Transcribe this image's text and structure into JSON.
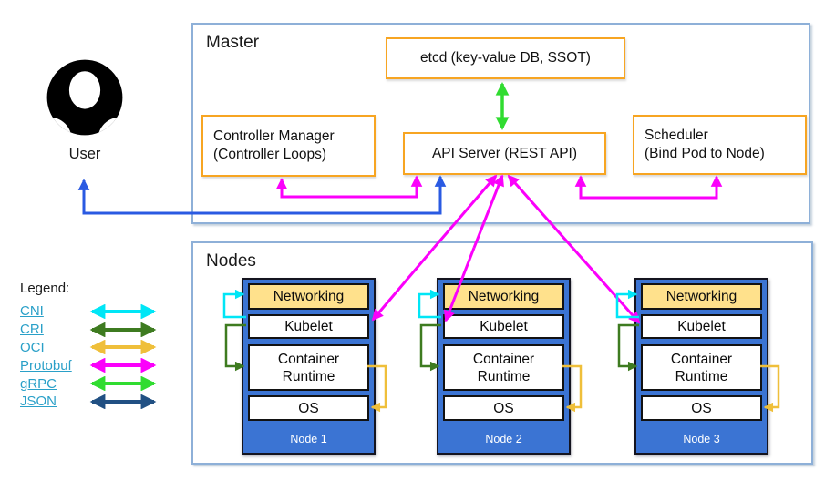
{
  "actors": {
    "user_label": "User"
  },
  "master": {
    "title": "Master",
    "etcd": "etcd (key-value DB, SSOT)",
    "controller_manager": {
      "line1": "Controller Manager",
      "line2": "(Controller Loops)"
    },
    "api_server": "API Server (REST API)",
    "scheduler": {
      "line1": "Scheduler",
      "line2": "(Bind Pod to Node)"
    }
  },
  "nodes": {
    "title": "Nodes",
    "items": [
      {
        "name": "Node 1",
        "networking": "Networking",
        "kubelet": "Kubelet",
        "runtime_line1": "Container",
        "runtime_line2": "Runtime",
        "os": "OS"
      },
      {
        "name": "Node 2",
        "networking": "Networking",
        "kubelet": "Kubelet",
        "runtime_line1": "Container",
        "runtime_line2": "Runtime",
        "os": "OS"
      },
      {
        "name": "Node 3",
        "networking": "Networking",
        "kubelet": "Kubelet",
        "runtime_line1": "Container",
        "runtime_line2": "Runtime",
        "os": "OS"
      }
    ]
  },
  "legend": {
    "title": "Legend:",
    "items": [
      {
        "label": "CNI",
        "color": "#00E6F6"
      },
      {
        "label": "CRI",
        "color": "#3E7B20"
      },
      {
        "label": "OCI",
        "color": "#EFBF3A"
      },
      {
        "label": "Protobuf",
        "color": "#FB00FB"
      },
      {
        "label": "gRPC",
        "color": "#30DC30"
      },
      {
        "label": "JSON",
        "color": "#215083"
      }
    ]
  },
  "colors": {
    "user_json_arrow": "#2A5AE2",
    "node_fill": "#3B74D3",
    "node_border": "#14141F",
    "networking_fill": "#FFE18C",
    "component_border": "#F7A522",
    "group_border": "#8EB0D8",
    "legend_link": "#2AA0C8",
    "node_label_text": "#FFFFFF"
  },
  "connections": [
    {
      "from": "etcd",
      "to": "API Server",
      "protocol": "gRPC",
      "bidirectional": true
    },
    {
      "from": "Controller Manager",
      "to": "API Server",
      "protocol": "Protobuf",
      "bidirectional": true
    },
    {
      "from": "Scheduler",
      "to": "API Server",
      "protocol": "Protobuf",
      "bidirectional": true
    },
    {
      "from": "User",
      "to": "API Server",
      "protocol": "JSON",
      "bidirectional": true
    },
    {
      "from": "API Server",
      "to": "Kubelet (Node 1)",
      "protocol": "Protobuf",
      "bidirectional": true
    },
    {
      "from": "API Server",
      "to": "Kubelet (Node 2)",
      "protocol": "Protobuf",
      "bidirectional": true
    },
    {
      "from": "API Server",
      "to": "Kubelet (Node 3)",
      "protocol": "Protobuf",
      "bidirectional": true
    },
    {
      "from": "Kubelet",
      "to": "Networking",
      "protocol": "CNI",
      "scope": "each node"
    },
    {
      "from": "Kubelet",
      "to": "Container Runtime",
      "protocol": "CRI",
      "scope": "each node"
    },
    {
      "from": "Container Runtime",
      "to": "OS",
      "protocol": "OCI",
      "scope": "each node"
    }
  ]
}
